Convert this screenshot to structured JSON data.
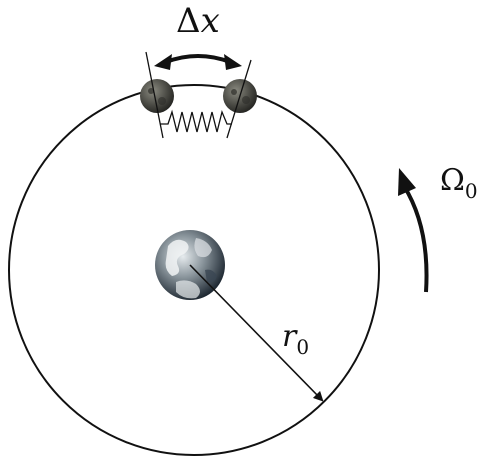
{
  "labels": {
    "delta": "Δ",
    "separation_var": "x",
    "omega": "Ω",
    "omega_sub": "0",
    "radius": "r",
    "radius_sub": "0"
  },
  "colors": {
    "line": "#111111",
    "earth_ocean": "#2b3a4a",
    "earth_land": "#9aa3a8",
    "moon": "#4a4a44"
  },
  "icons": {
    "earth": "earth-globe",
    "mass": "moon-sphere",
    "spring": "coil-spring"
  }
}
